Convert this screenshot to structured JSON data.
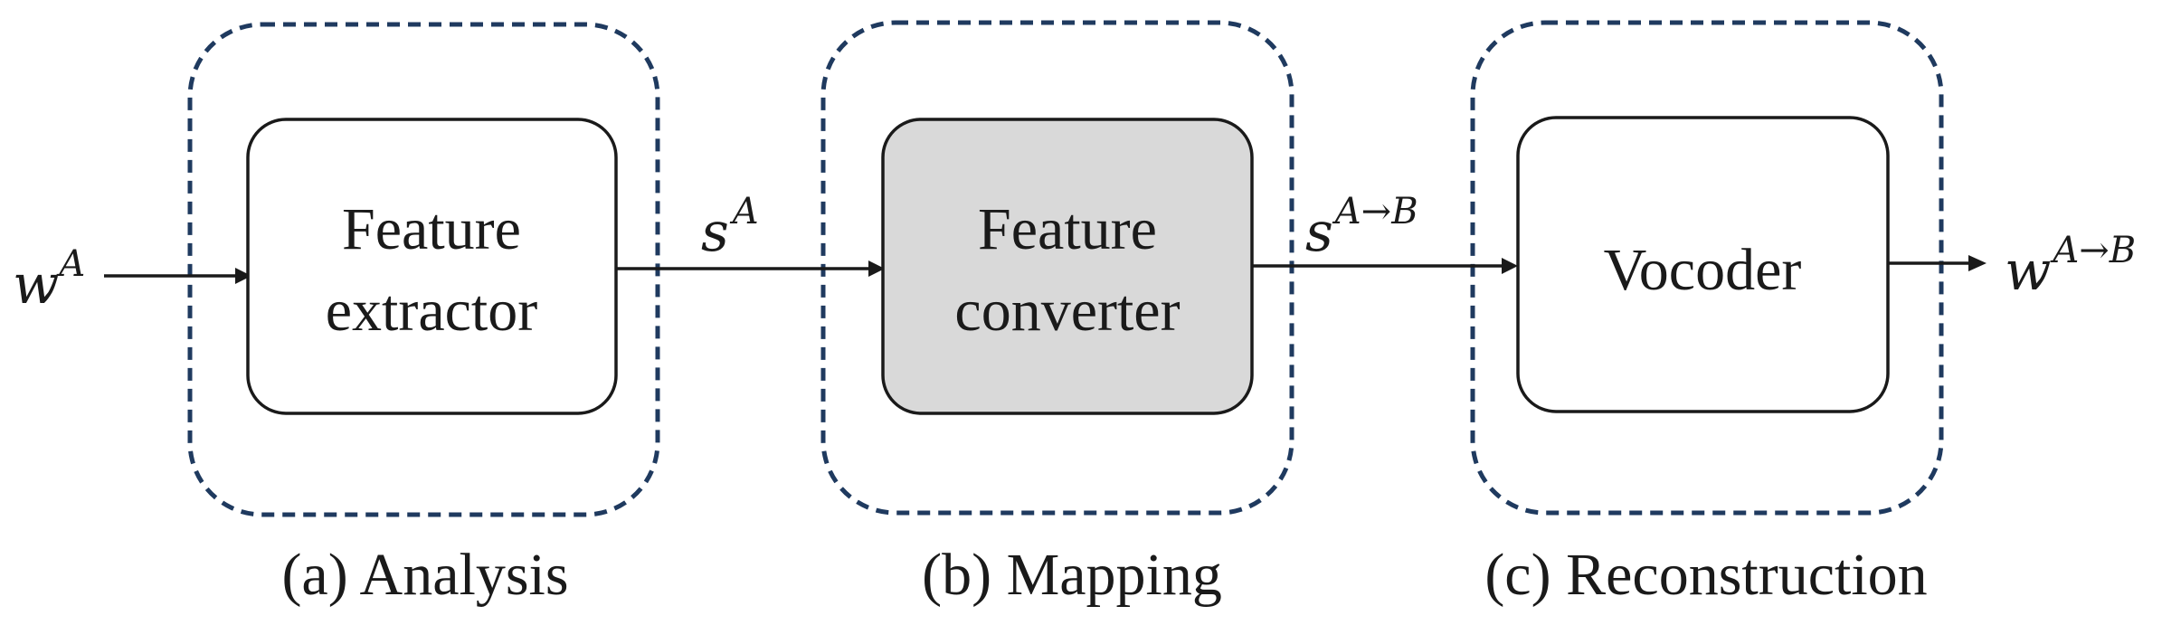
{
  "colors": {
    "group_border": "#1f3a5f",
    "block_border": "#1a1a1a",
    "block_fill": "#ffffff",
    "converter_fill": "#d9d9d9"
  },
  "stages": [
    {
      "caption": "(a) Analysis",
      "block": {
        "line1": "Feature",
        "line2": "extractor"
      }
    },
    {
      "caption": "(b) Mapping",
      "block": {
        "line1": "Feature",
        "line2": "converter"
      }
    },
    {
      "caption": "(c) Reconstruction",
      "block": {
        "line1": "Vocoder"
      }
    }
  ],
  "signals": {
    "input": {
      "base": "w",
      "sup": "A"
    },
    "features": {
      "base": "s",
      "sup": "A"
    },
    "converted": {
      "base": "s",
      "sup": "A→B"
    },
    "output": {
      "base": "w",
      "sup": "A→B"
    }
  }
}
